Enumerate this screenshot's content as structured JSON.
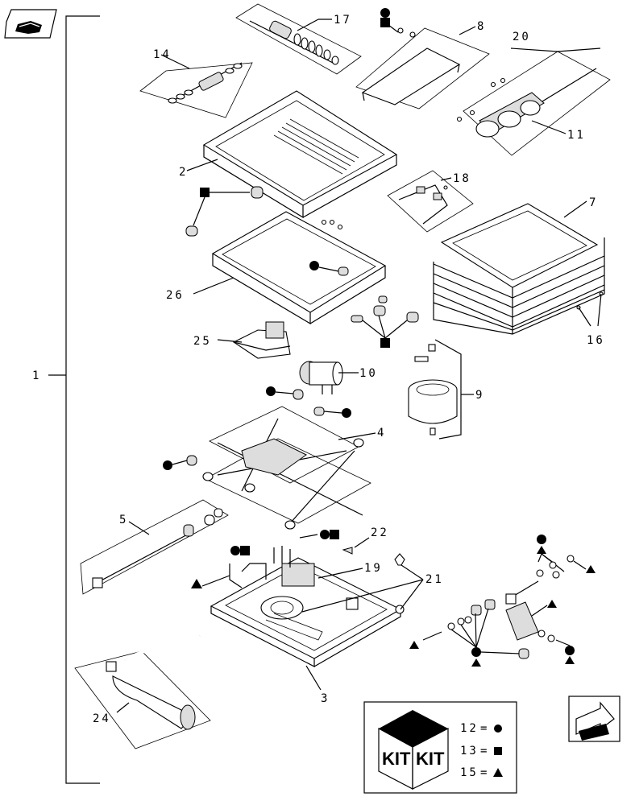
{
  "callouts": {
    "c1": "1",
    "c2": "2",
    "c3": "3",
    "c4": "4",
    "c5": "5",
    "c7": "7",
    "c8": "8",
    "c9": "9",
    "c10": "10",
    "c11": "11",
    "c14": "14",
    "c16": "16",
    "c17": "17",
    "c18": "18",
    "c19": "19",
    "c20": "20",
    "c21": "21",
    "c22": "22",
    "c24": "24",
    "c25": "25",
    "c26": "26"
  },
  "legend": {
    "kit_label_left": "KIT",
    "kit_label_right": "KIT",
    "items": [
      {
        "number": "12",
        "symbol": "circle"
      },
      {
        "number": "13",
        "symbol": "square"
      },
      {
        "number": "15",
        "symbol": "triangle"
      }
    ],
    "equals": "="
  },
  "nav": {
    "back_icon": "book-arrow-icon",
    "next_icon": "next-page-arrow-icon"
  }
}
